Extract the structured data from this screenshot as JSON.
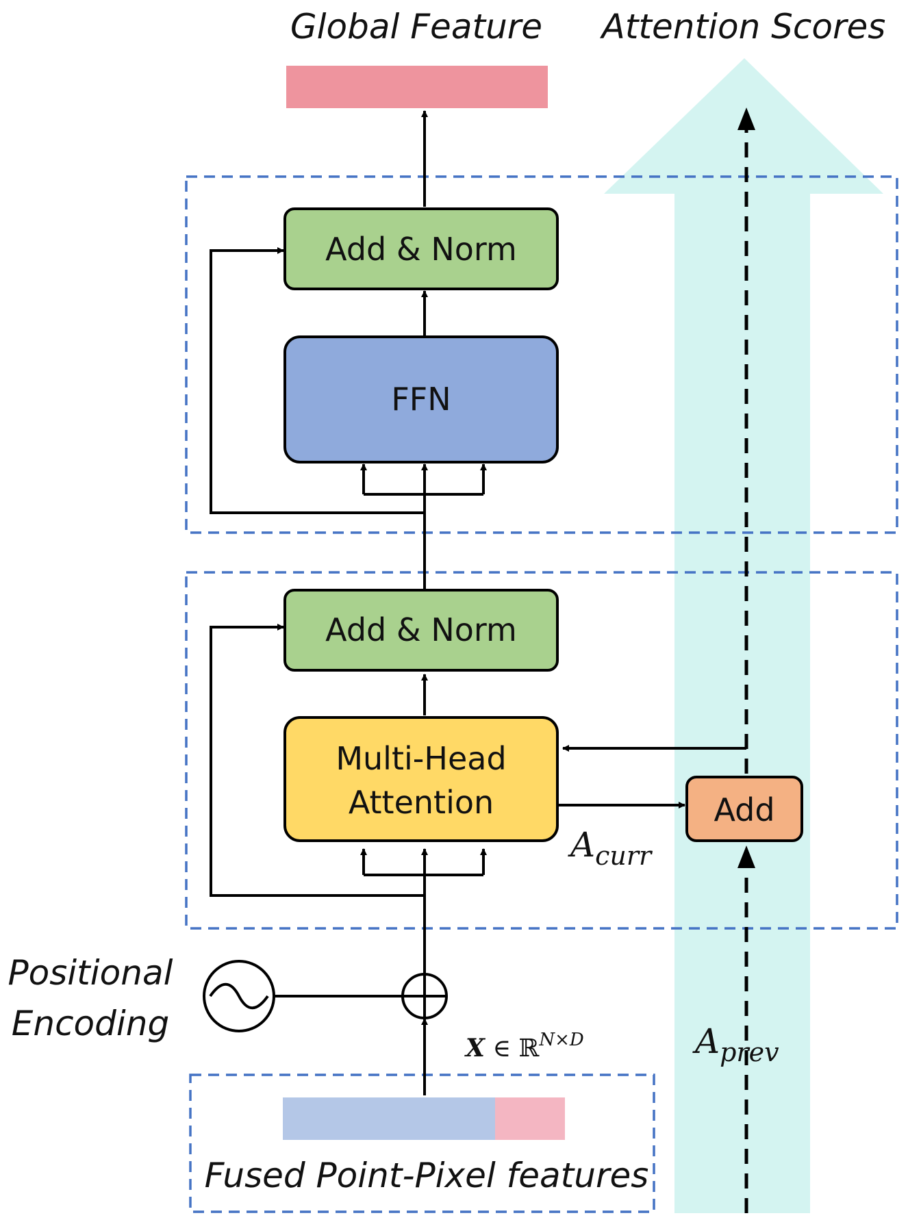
{
  "titles": {
    "global_feature": "Global Feature",
    "attention_scores": "Attention Scores",
    "positional_encoding_line1": "Positional",
    "positional_encoding_line2": "Encoding",
    "fused_features": "Fused Point-Pixel features"
  },
  "blocks": {
    "add_norm_top": "Add & Norm",
    "ffn": "FFN",
    "add_norm_bottom": "Add & Norm",
    "mha_line1": "Multi-Head",
    "mha_line2": "Attention",
    "add": "Add"
  },
  "math": {
    "a_curr_base": "A",
    "a_curr_sub": "curr",
    "a_prev_base": "A",
    "a_prev_sub": "prev",
    "x_symbol": "X",
    "x_in": " ∈ ℝ",
    "x_dims": "N×D"
  },
  "colors": {
    "add_norm": "#a9d18e",
    "ffn": "#8faadc",
    "mha": "#ffd966",
    "add": "#f4b183",
    "global_feature_bar": "#ee949e",
    "fused_blue": "#b4c7e7",
    "fused_pink": "#f4b6c2",
    "attention_arrow": "#d4f4f1",
    "dashed_border": "#4472c4"
  }
}
